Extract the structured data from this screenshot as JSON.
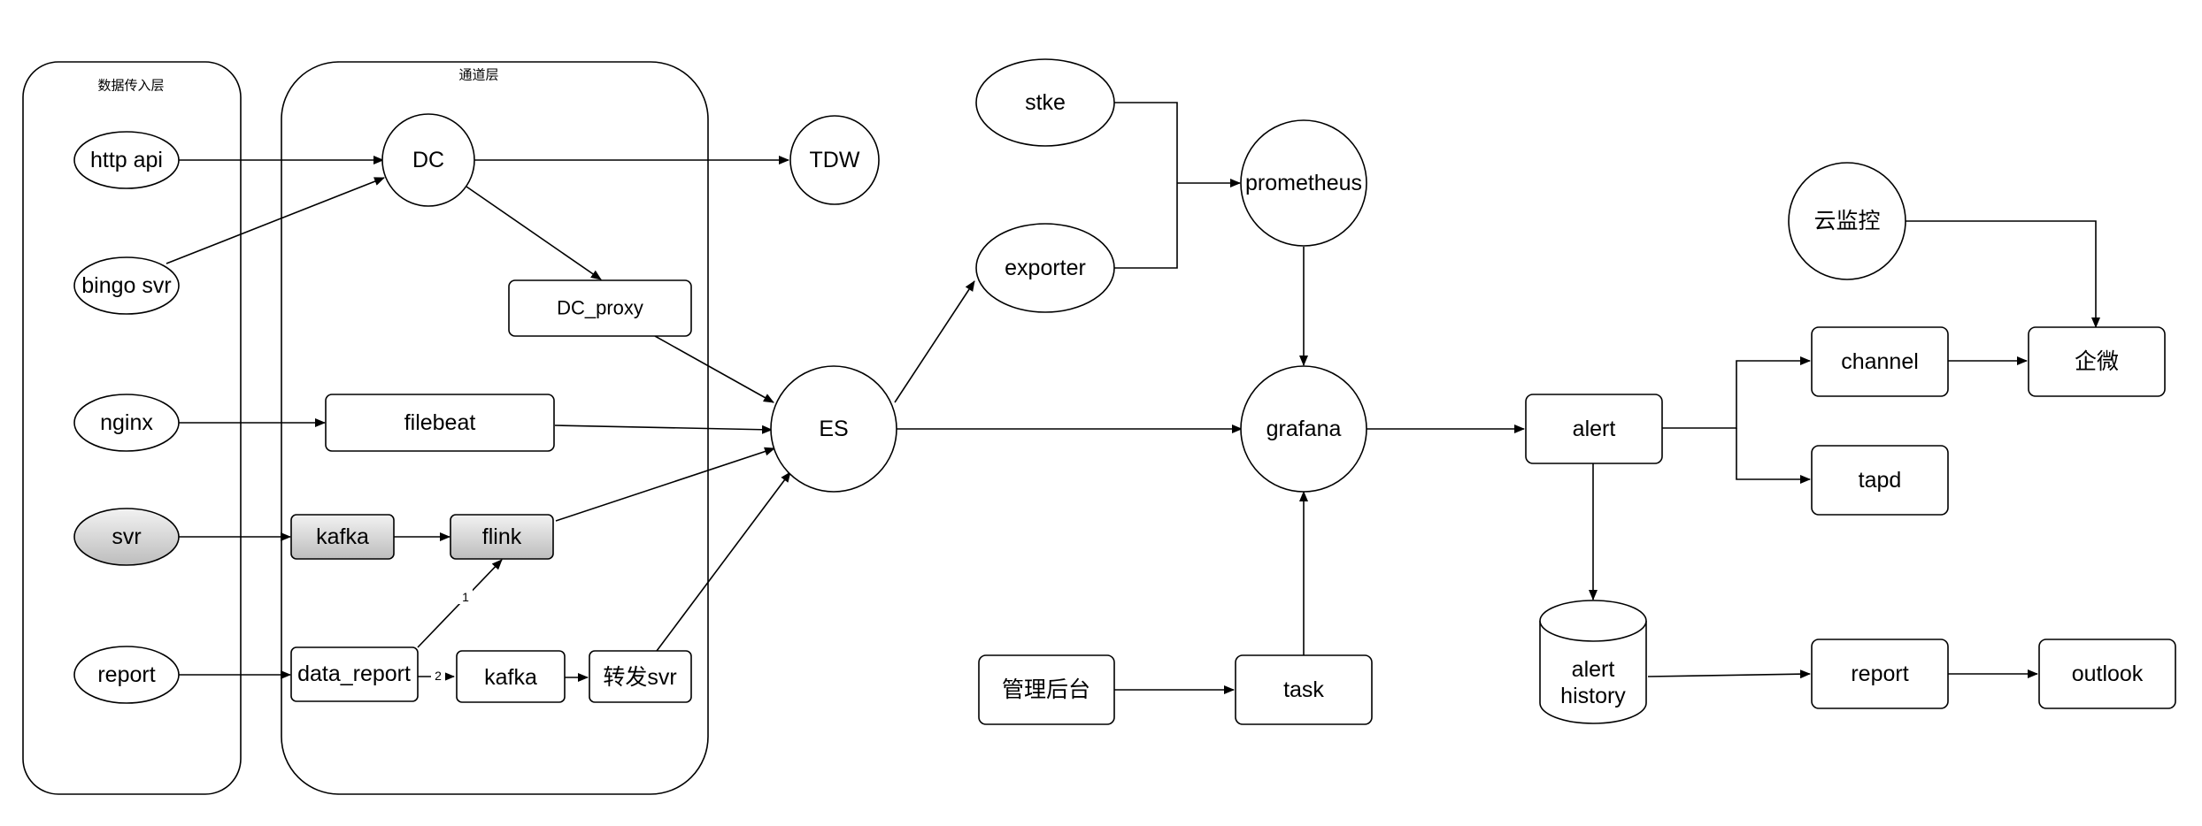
{
  "groups": {
    "ingest_layer": "数据传入层",
    "channel_layer": "通道层"
  },
  "nodes": {
    "http_api": "http api",
    "bingo_svr": "bingo svr",
    "nginx": "nginx",
    "svr": "svr",
    "report_src": "report",
    "dc": "DC",
    "tdw": "TDW",
    "dc_proxy": "DC_proxy",
    "filebeat": "filebeat",
    "kafka_1": "kafka",
    "flink": "flink",
    "data_report": "data_report",
    "kafka_2": "kafka",
    "forward_svr": "转发svr",
    "es": "ES",
    "stke": "stke",
    "exporter": "exporter",
    "prometheus": "prometheus",
    "grafana": "grafana",
    "admin": "管理后台",
    "task": "task",
    "alert": "alert",
    "cloud_monitor": "云监控",
    "channel": "channel",
    "wecom": "企微",
    "tapd": "tapd",
    "alert_history_1": "alert",
    "alert_history_2": "history",
    "report_out": "report",
    "outlook": "outlook"
  },
  "edge_labels": {
    "route_1": "1",
    "route_2": "2"
  },
  "colors": {
    "stroke": "#000000",
    "fill": "#ffffff",
    "gray_top": "#f2f2f2",
    "gray_bottom": "#bdbdbd"
  }
}
